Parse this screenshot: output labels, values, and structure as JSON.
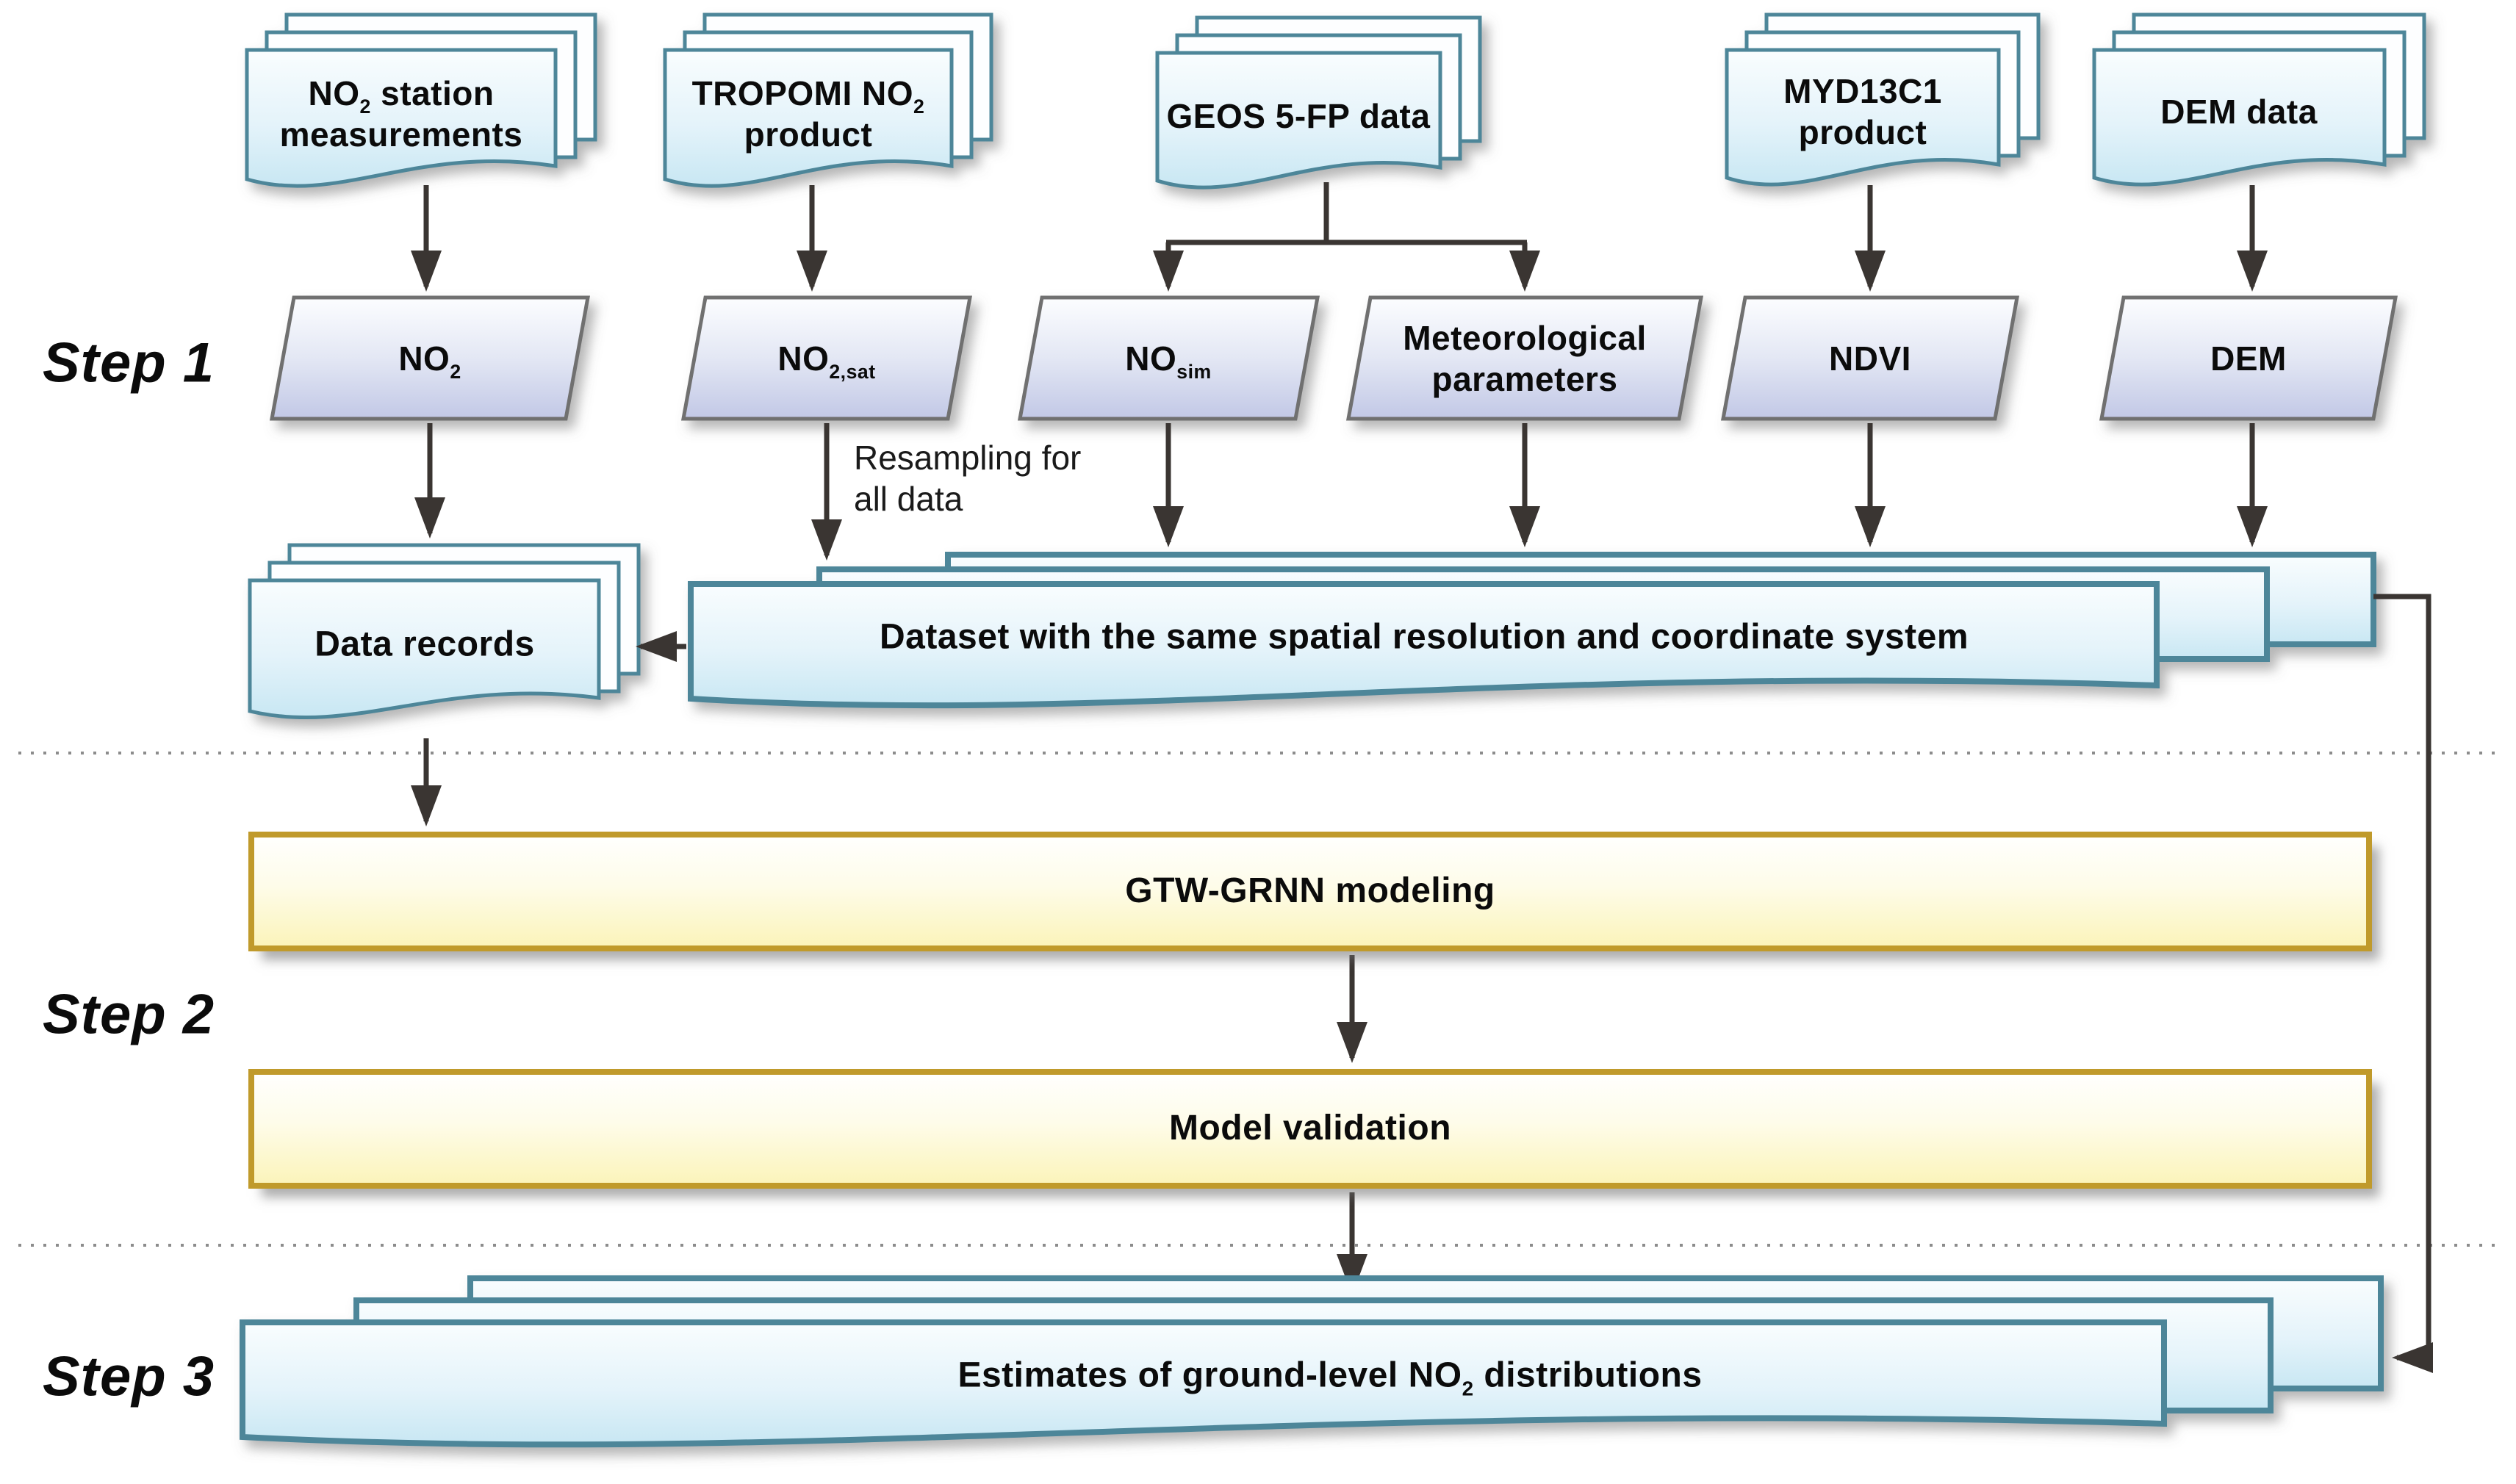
{
  "steps": [
    {
      "label": "Step 1"
    },
    {
      "label": "Step 2"
    },
    {
      "label": "Step 3"
    }
  ],
  "sources": [
    {
      "pre": "NO",
      "sub": "2",
      "post": " station measurements"
    },
    {
      "pre": "TROPOMI NO",
      "sub": "2",
      "post": " product"
    },
    {
      "label": "GEOS 5-FP data"
    },
    {
      "label": "MYD13C1 product"
    },
    {
      "label": "DEM data"
    }
  ],
  "variables": [
    {
      "pre": "NO",
      "sub": "2"
    },
    {
      "pre": "NO",
      "sub": "2,sat"
    },
    {
      "pre": "NO",
      "sub": "sim"
    },
    {
      "label": "Meteorological parameters"
    },
    {
      "label": "NDVI"
    },
    {
      "label": "DEM"
    }
  ],
  "annotations": {
    "resampling": "Resampling for all data"
  },
  "intermediate": {
    "data_records": "Data records",
    "dataset": "Dataset with the same spatial resolution and coordinate system"
  },
  "process": {
    "modeling": "GTW-GRNN modeling",
    "validation": "Model validation"
  },
  "output": {
    "pre": "Estimates of ground-level NO",
    "sub": "2",
    "post": " distributions"
  },
  "colors": {
    "document_border": "#4d8699",
    "document_fill": "#cfe9f4",
    "parallelogram_fill": "#c5cae6",
    "parallelogram_border": "#6f6f6f",
    "process_border": "#c09a2b",
    "process_fill": "#fbf4bb",
    "arrow": "#3a3532",
    "separator": "#8c8c8c"
  }
}
